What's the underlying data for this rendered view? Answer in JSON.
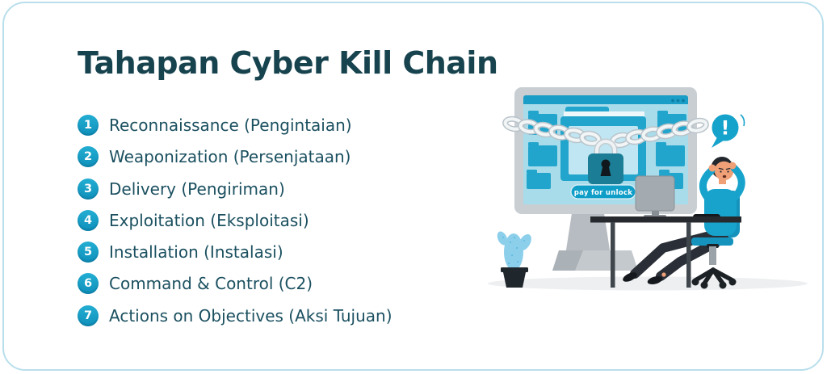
{
  "title": "Tahapan Cyber Kill Chain",
  "steps": [
    {
      "number": "1",
      "label": "Reconnaissance (Pengintaian)"
    },
    {
      "number": "2",
      "label": "Weaponization (Persenjataan)"
    },
    {
      "number": "3",
      "label": "Delivery (Pengiriman)"
    },
    {
      "number": "4",
      "label": "Exploitation (Eksploitasi)"
    },
    {
      "number": "5",
      "label": "Installation (Instalasi)"
    },
    {
      "number": "6",
      "label": "Command & Control (C2)"
    },
    {
      "number": "7",
      "label": "Actions on Objectives (Aksi Tujuan)"
    }
  ],
  "illustration": {
    "ransom_button_label": "pay for unlock",
    "alert_glyph": "!"
  },
  "colors": {
    "accent_teal": "#149cc6",
    "title_text": "#17434e",
    "item_text": "#1b5060",
    "card_border": "#b9dfec",
    "screen_light": "#a9dcea",
    "window_header": "#1a9dc6",
    "folder_teal": "#22a5cc",
    "lock_teal": "#1b7e96",
    "monitor_frame": "#c9ced3",
    "dark_ink": "#23282e",
    "skin": "#f0a077",
    "floor_shadow": "#edeff1"
  }
}
